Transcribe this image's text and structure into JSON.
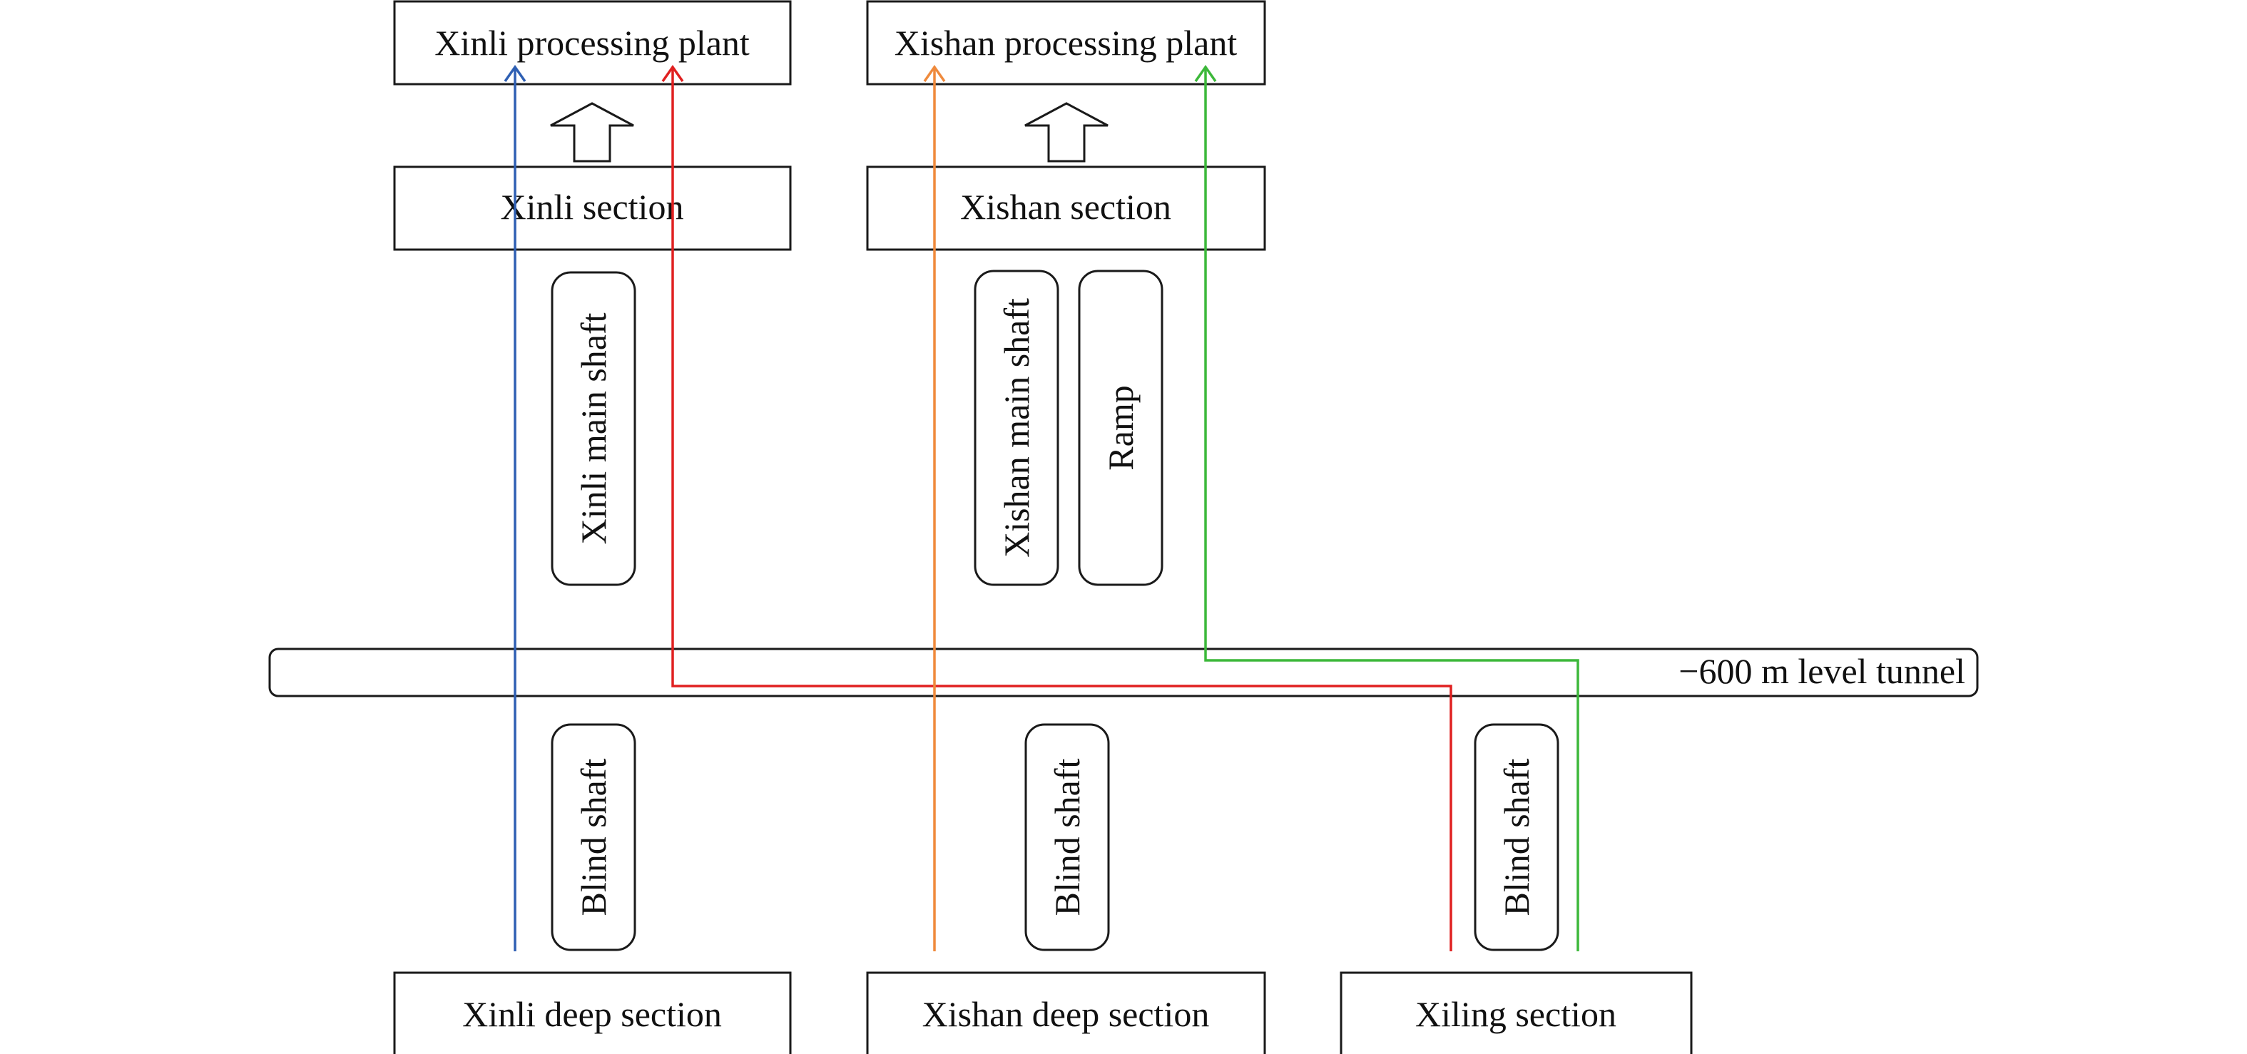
{
  "nodes": {
    "xinli_plant": "Xinli processing plant",
    "xishan_plant": "Xishan processing plant",
    "xinli_section": "Xinli section",
    "xishan_section": "Xishan section",
    "xinli_main_shaft": "Xinli main shaft",
    "xishan_main_shaft": "Xishan main shaft",
    "ramp": "Ramp",
    "tunnel": "−600 m level tunnel",
    "blind_shaft_1": "Blind shaft",
    "blind_shaft_2": "Blind shaft",
    "blind_shaft_3": "Blind shaft",
    "xinli_deep_section": "Xinli deep section",
    "xishan_deep_section": "Xishan deep section",
    "xiling_section": "Xiling section"
  },
  "colors": {
    "blue_route": "#2e5fb3",
    "red_route": "#e02020",
    "orange_route": "#ef8a3c",
    "green_route": "#3cb83a"
  }
}
